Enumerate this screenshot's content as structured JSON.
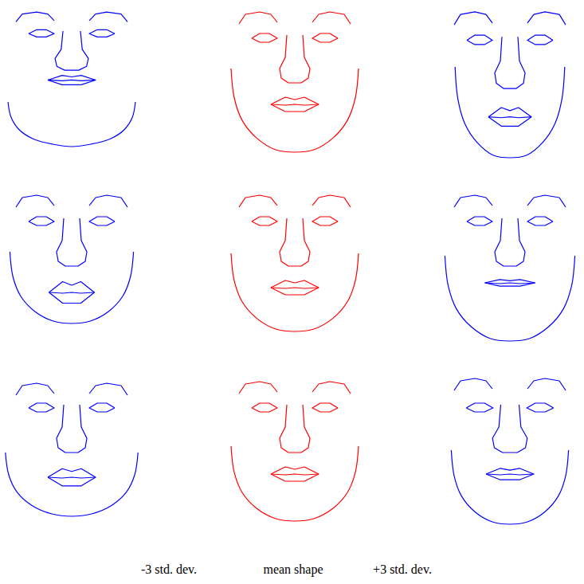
{
  "diagram": {
    "labels": [
      "-3 std. dev.",
      "mean shape",
      "+3 std. dev."
    ]
  }
}
